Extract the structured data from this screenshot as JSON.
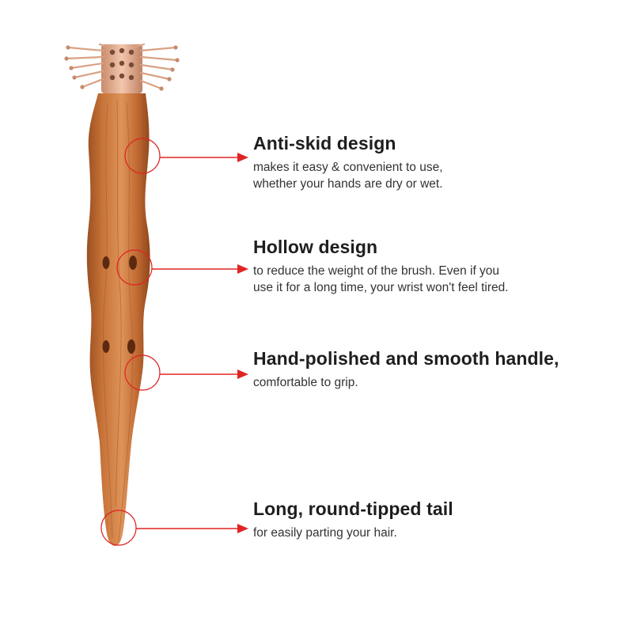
{
  "colors": {
    "accent": "#e02424",
    "wood": "#c8743a",
    "wood_dark": "#9b4f20",
    "bristle": "#d9a184",
    "text": "#1e1e1e"
  },
  "features": [
    {
      "title": "Anti-skid design",
      "lines": [
        "makes it easy & convenient to use,",
        "whether your hands are dry or wet."
      ]
    },
    {
      "title": "Hollow design",
      "lines": [
        "to reduce the weight of the brush. Even if you",
        "use it for a long time, your wrist won't feel tired."
      ]
    },
    {
      "title": "Hand-polished and smooth handle,",
      "lines": [
        "comfortable to grip."
      ]
    },
    {
      "title": "Long, round-tipped tail",
      "lines": [
        "for easily parting your hair."
      ]
    }
  ]
}
